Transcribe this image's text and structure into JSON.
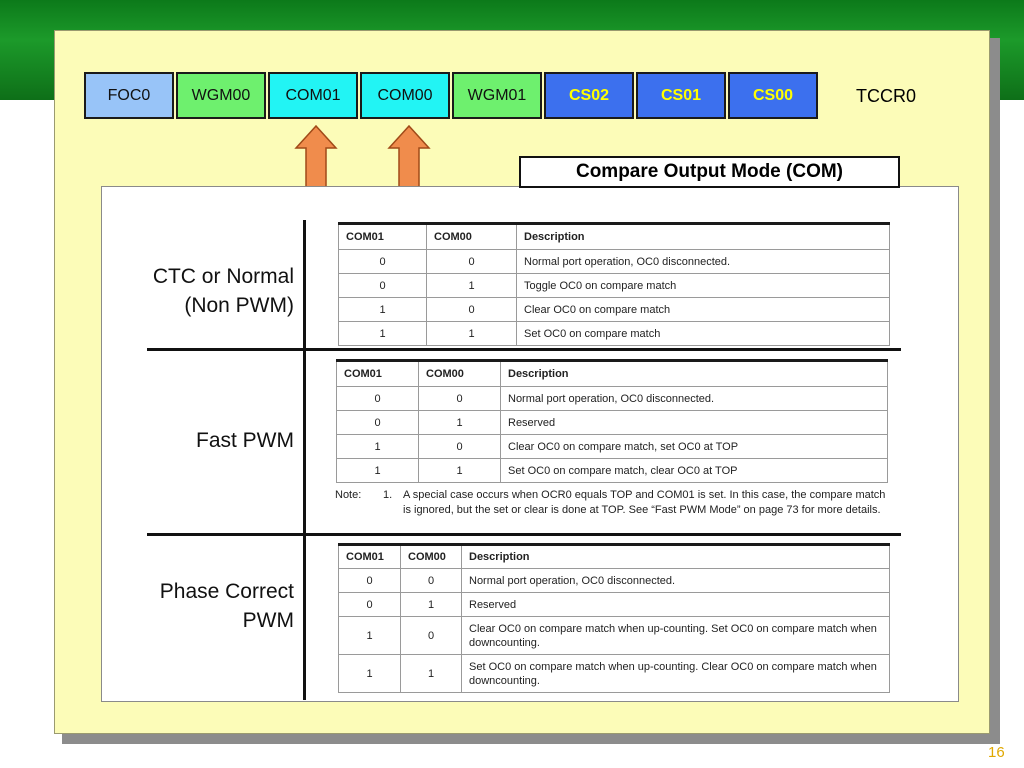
{
  "register": {
    "cells": [
      {
        "label": "FOC0",
        "color": "#98c4f8",
        "text_color": "#111111",
        "bold": false
      },
      {
        "label": "WGM00",
        "color": "#6ef06e",
        "text_color": "#111111",
        "bold": false
      },
      {
        "label": "COM01",
        "color": "#22f4f4",
        "text_color": "#111111",
        "bold": false
      },
      {
        "label": "COM00",
        "color": "#22f4f4",
        "text_color": "#111111",
        "bold": false
      },
      {
        "label": "WGM01",
        "color": "#6ef06e",
        "text_color": "#111111",
        "bold": false
      },
      {
        "label": "CS02",
        "color": "#3c70ee",
        "text_color": "#ffff00",
        "bold": true
      },
      {
        "label": "CS01",
        "color": "#3c70ee",
        "text_color": "#ffff00",
        "bold": true
      },
      {
        "label": "CS00",
        "color": "#3c70ee",
        "text_color": "#ffff00",
        "bold": true
      }
    ],
    "name": "TCCR0"
  },
  "com_title": "Compare Output Mode (COM)",
  "modes": [
    {
      "label_lines": [
        "CTC or Normal",
        "(Non PWM)"
      ]
    },
    {
      "label_lines": [
        "Fast PWM"
      ]
    },
    {
      "label_lines": [
        "Phase Correct",
        "PWM"
      ]
    }
  ],
  "tables": [
    {
      "headers": [
        "COM01",
        "COM00",
        "Description"
      ],
      "rows": [
        [
          "0",
          "0",
          "Normal port operation, OC0 disconnected."
        ],
        [
          "0",
          "1",
          "Toggle OC0 on compare match"
        ],
        [
          "1",
          "0",
          "Clear OC0 on compare match"
        ],
        [
          "1",
          "1",
          "Set OC0 on compare match"
        ]
      ]
    },
    {
      "headers": [
        "COM01",
        "COM00",
        "Description"
      ],
      "rows": [
        [
          "0",
          "0",
          "Normal port operation, OC0 disconnected."
        ],
        [
          "0",
          "1",
          "Reserved"
        ],
        [
          "1",
          "0",
          "Clear OC0 on compare match, set OC0 at TOP"
        ],
        [
          "1",
          "1",
          "Set OC0 on compare match, clear OC0 at TOP"
        ]
      ]
    },
    {
      "headers": [
        "COM01",
        "COM00",
        "Description"
      ],
      "rows": [
        [
          "0",
          "0",
          "Normal port operation, OC0 disconnected."
        ],
        [
          "0",
          "1",
          "Reserved"
        ],
        [
          "1",
          "0",
          "Clear OC0 on compare match when up-counting. Set OC0 on compare match when downcounting."
        ],
        [
          "1",
          "1",
          "Set OC0 on compare match when up-counting. Clear OC0 on compare match when downcounting."
        ]
      ]
    }
  ],
  "note": {
    "label": "Note:",
    "number": "1.",
    "text": "A special case occurs when OCR0 equals TOP and COM01 is set. In this case, the compare match is ignored, but the set or clear is done at TOP. See “Fast PWM Mode” on page 73 for more details."
  },
  "page_number": "16",
  "colors": {
    "band": "#1c9a2a",
    "panel": "#fcfcb8",
    "arrow": "#f08c4c",
    "page_number": "#e0a800"
  }
}
